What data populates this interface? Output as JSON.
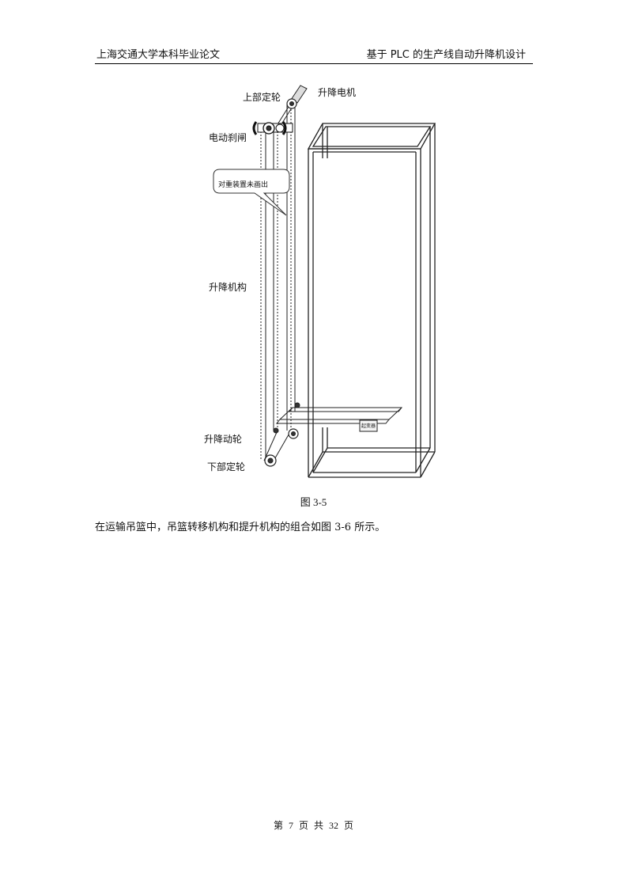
{
  "header": {
    "left": "上海交通大学本科毕业论文",
    "right": "基于 PLC 的生产线自动升降机设计"
  },
  "figure": {
    "labels": {
      "top_pulley": "上部定轮",
      "lift_motor": "升降电机",
      "electric_brake": "电动刹闸",
      "callout": "对重装置未画出",
      "lift_mechanism": "升降机构",
      "lift_moving_pulley": "升降动轮",
      "bottom_pulley": "下部定轮",
      "small_box": "起变器"
    },
    "caption": "图 3-5"
  },
  "body_text": "在运输吊篮中，吊篮转移机构和提升机构的组合如图 3-6 所示。",
  "footer": "第 7 页 共 32 页"
}
